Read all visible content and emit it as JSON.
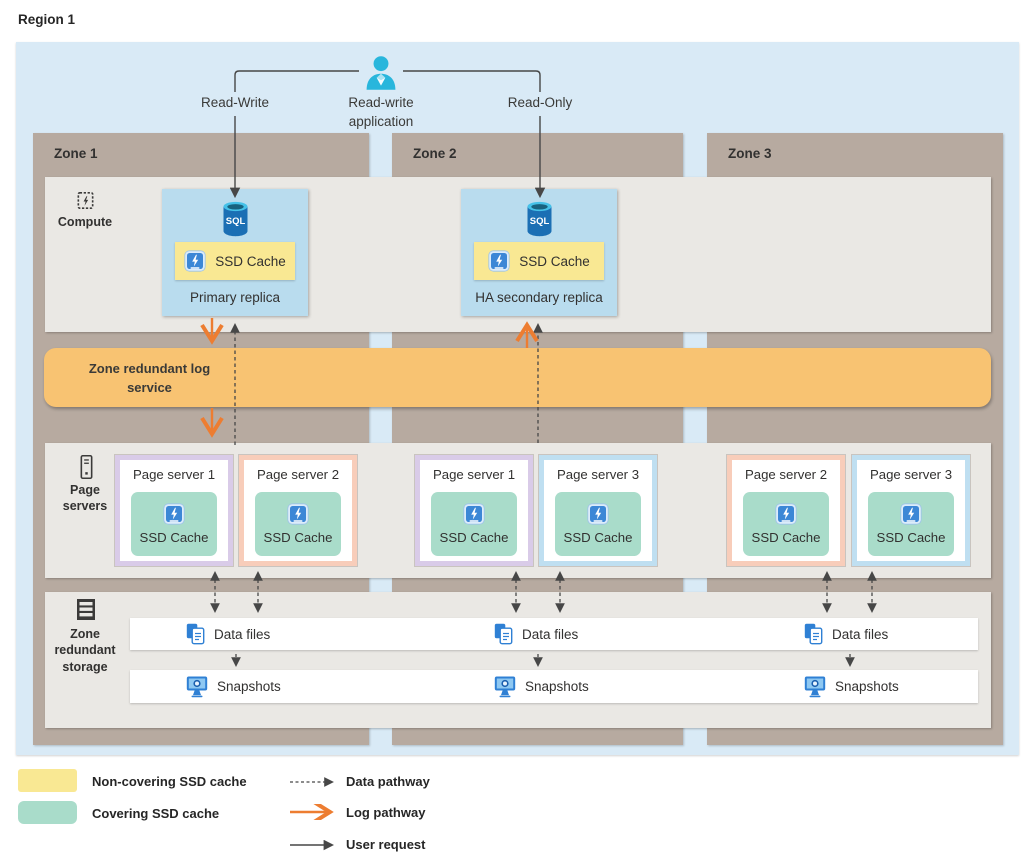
{
  "region": {
    "label": "Region 1"
  },
  "application": {
    "label": "Read-write application",
    "read_write_label": "Read-Write",
    "read_only_label": "Read-Only"
  },
  "zones": [
    {
      "label": "Zone 1"
    },
    {
      "label": "Zone 2"
    },
    {
      "label": "Zone 3"
    }
  ],
  "compute": {
    "section_label": "Compute",
    "replicas": [
      {
        "zone": "Zone 1",
        "db_icon_text": "SQL",
        "cache_label": "SSD Cache",
        "cache_type": "non-covering",
        "caption": "Primary replica"
      },
      {
        "zone": "Zone 2",
        "db_icon_text": "SQL",
        "cache_label": "SSD Cache",
        "cache_type": "non-covering",
        "caption": "HA secondary replica"
      }
    ]
  },
  "log_service": {
    "label": "Zone redundant log service"
  },
  "page_servers": {
    "section_label": "Page servers",
    "groups": [
      {
        "zone": "Zone 1",
        "servers": [
          {
            "title": "Page server 1",
            "accent": "purple",
            "cache_label": "SSD Cache",
            "cache_type": "covering"
          },
          {
            "title": "Page server 2",
            "accent": "salmon",
            "cache_label": "SSD Cache",
            "cache_type": "covering"
          }
        ]
      },
      {
        "zone": "Zone 2",
        "servers": [
          {
            "title": "Page server 1",
            "accent": "purple",
            "cache_label": "SSD Cache",
            "cache_type": "covering"
          },
          {
            "title": "Page server 3",
            "accent": "blue",
            "cache_label": "SSD Cache",
            "cache_type": "covering"
          }
        ]
      },
      {
        "zone": "Zone 3",
        "servers": [
          {
            "title": "Page server 2",
            "accent": "salmon",
            "cache_label": "SSD Cache",
            "cache_type": "covering"
          },
          {
            "title": "Page server 3",
            "accent": "blue",
            "cache_label": "SSD Cache",
            "cache_type": "covering"
          }
        ]
      }
    ]
  },
  "storage": {
    "section_label": "Zone redundant storage",
    "data_files_label": "Data files",
    "snapshots_label": "Snapshots"
  },
  "legend": {
    "items": [
      {
        "swatch": "yellow",
        "label": "Non-covering SSD cache"
      },
      {
        "swatch": "teal",
        "label": "Covering SSD cache"
      }
    ],
    "arrows": [
      {
        "style": "dashed",
        "label": "Data pathway"
      },
      {
        "style": "orange",
        "label": "Log pathway"
      },
      {
        "style": "solid",
        "label": "User request"
      }
    ]
  },
  "colors": {
    "region_bg": "#d9eaf6",
    "zone_bg": "#b7aaa0",
    "section_bg": "#eae8e4",
    "log_bar": "#f8c372",
    "log_arrow": "#ed7d31",
    "non_covering_cache": "#f9e893",
    "covering_cache": "#a9dcca",
    "replica_bg": "#b9dcee",
    "accent_purple": "#d9cbe8",
    "accent_salmon": "#f8cdba",
    "accent_blue": "#bfdff1",
    "dark_arrow": "#474747",
    "icon_blue": "#2f80d4",
    "user_icon": "#29b6dc"
  }
}
